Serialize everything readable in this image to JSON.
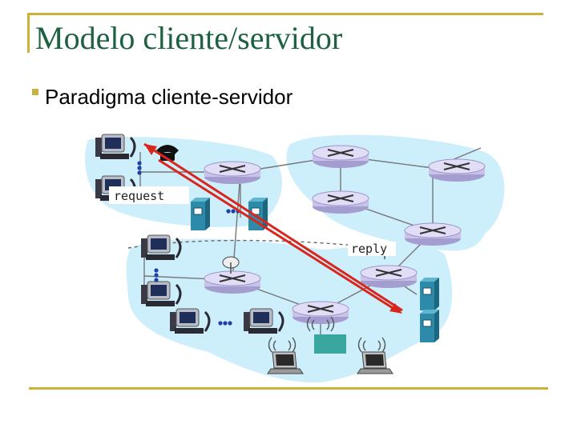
{
  "slide": {
    "title": "Modelo cliente/servidor",
    "bullet": "Paradigma cliente-servidor"
  },
  "diagram": {
    "request_label": "request",
    "reply_label": "reply",
    "colors": {
      "network_cloud": "#cdeefb",
      "router": "#c9c3ea",
      "arrow": "#d9261c",
      "server": "#2d8aa8"
    },
    "icons": [
      "desktop-computer-icon",
      "router-icon",
      "server-icon",
      "laptop-icon",
      "telephone-icon",
      "satellite-dish-icon",
      "wireless-access-point-icon"
    ]
  }
}
